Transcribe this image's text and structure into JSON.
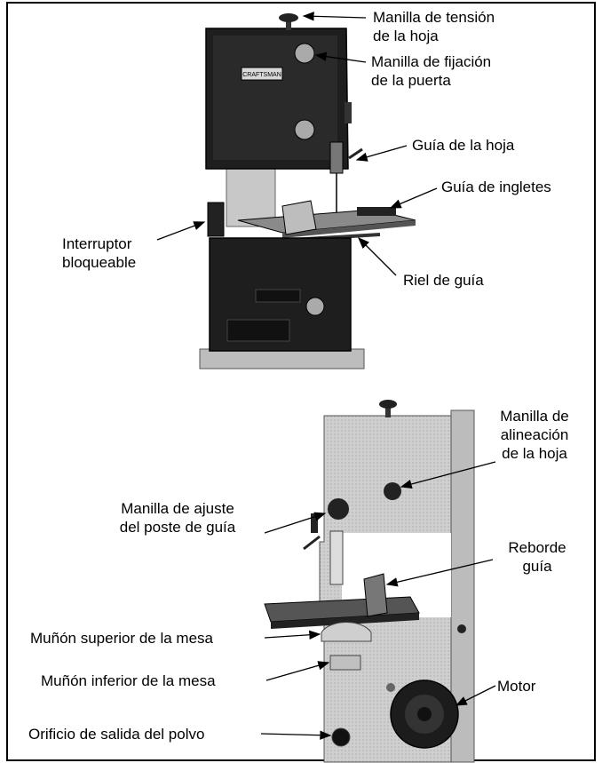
{
  "top_labels": {
    "tension_knob": "Manilla de tensión\nde la hoja",
    "door_lock_knob": "Manilla de fijación\nde la puerta",
    "blade_guide": "Guía de la hoja",
    "miter_gauge": "Guía de ingletes",
    "lockable_switch": "Interruptor\nbloqueable",
    "guide_rail": "Riel de guía"
  },
  "bottom_labels": {
    "blade_alignment_knob": "Manilla de\nalineación\nde la hoja",
    "guide_post_knob": "Manilla de ajuste\ndel poste de guía",
    "fence": "Reborde\nguía",
    "upper_trunnion": "Muñón superior de la mesa",
    "lower_trunnion": "Muñón inferior de la mesa",
    "motor": "Motor",
    "dust_port": "Orificio de salida del polvo"
  },
  "brand_plate": "CRAFTSMAN"
}
